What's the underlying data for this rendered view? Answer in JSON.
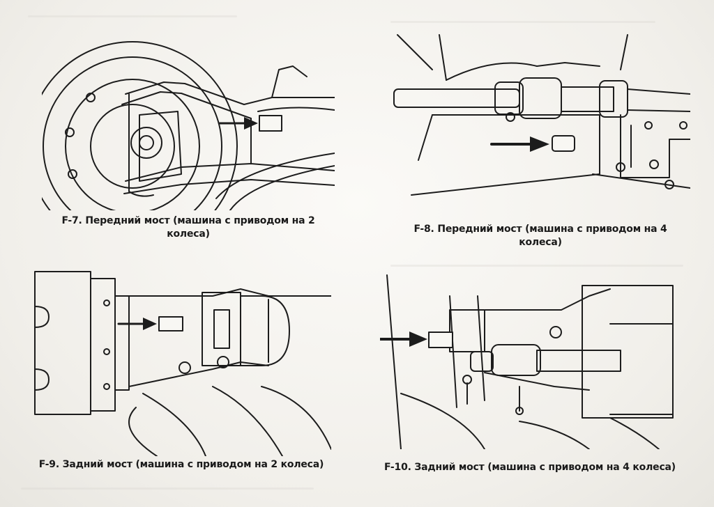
{
  "figures": [
    {
      "id": "F-7",
      "caption_line1": "F-7. Передний мост (машина с приводом на 2",
      "caption_line2": "колеса)"
    },
    {
      "id": "F-8",
      "caption_line1": "F-8. Передний мост (машина с приводом на 4",
      "caption_line2": "колеса)"
    },
    {
      "id": "F-9",
      "caption_line1": "F-9. Задний мост (машина с приводом на 2 колеса)"
    },
    {
      "id": "F-10",
      "caption_line1": "F-10. Задний мост (машина с приводом на 4 колеса)"
    }
  ]
}
